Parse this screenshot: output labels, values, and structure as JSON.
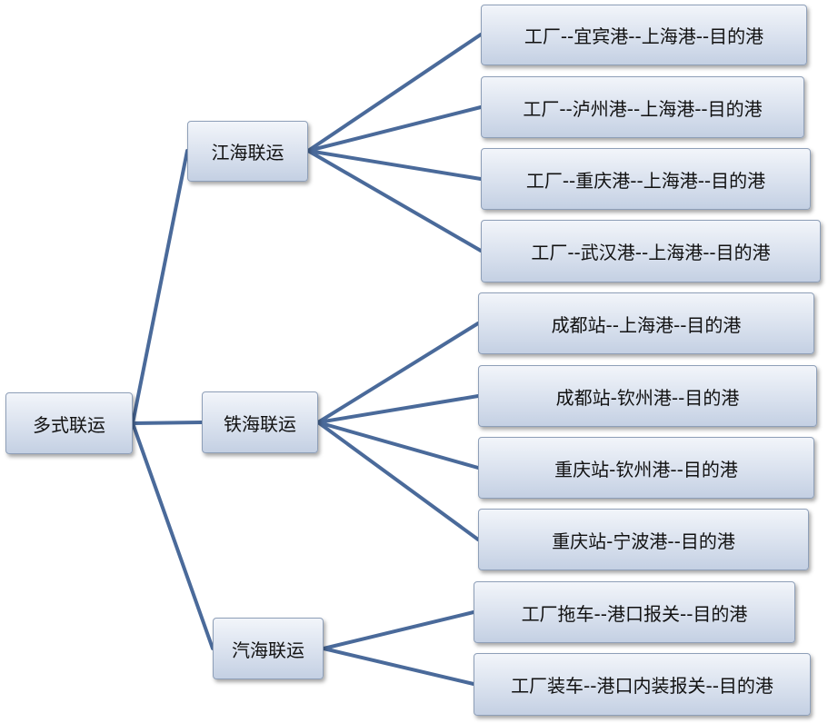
{
  "root": {
    "label": "多式联运"
  },
  "branches": [
    {
      "label": "江海联运",
      "routes": [
        "工厂--宜宾港--上海港--目的港",
        "工厂--泸州港--上海港--目的港",
        "工厂--重庆港--上海港--目的港",
        "工厂--武汉港--上海港--目的港"
      ]
    },
    {
      "label": "铁海联运",
      "routes": [
        "成都站--上海港--目的港",
        "成都站-钦州港--目的港",
        "重庆站-钦州港--目的港",
        "重庆站-宁波港--目的港"
      ]
    },
    {
      "label": "汽海联运",
      "routes": [
        "工厂拖车--港口报关--目的港",
        "工厂装车--港口内装报关--目的港"
      ]
    }
  ],
  "colors": {
    "connector": "#4a6a9a",
    "node_border": "#8e9fb8",
    "node_fill": "#d9e1ee"
  }
}
